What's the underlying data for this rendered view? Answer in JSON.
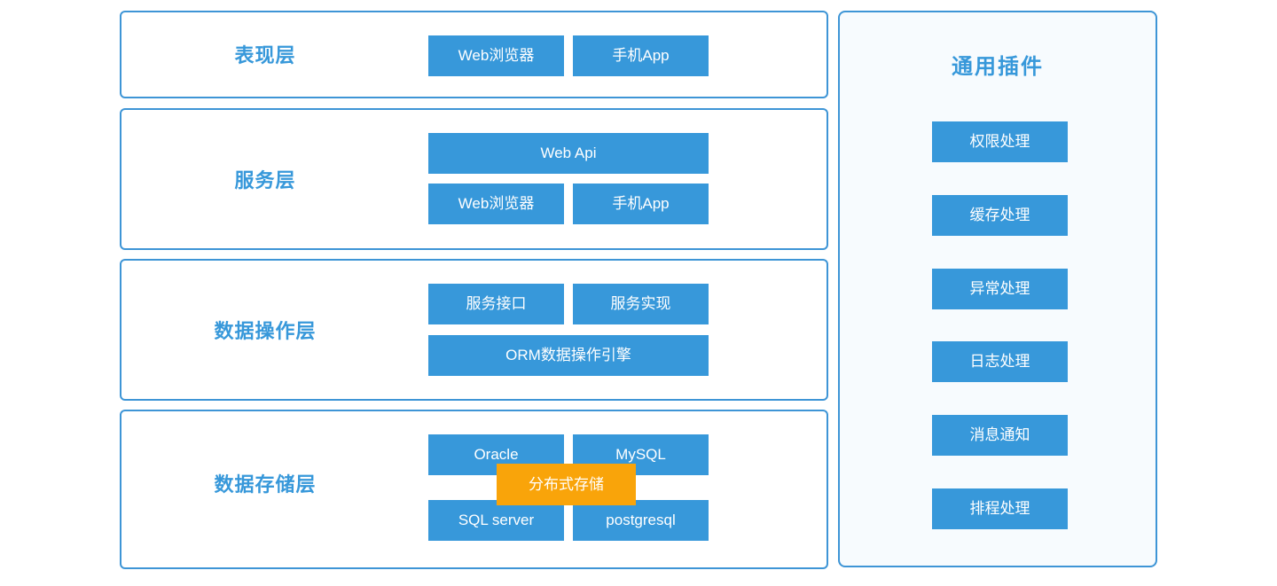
{
  "colors": {
    "primary_blue": "#3798da",
    "border_blue": "#3e95d6",
    "panel_bg": "#f7fbfe",
    "accent_orange": "#f9a40a",
    "button_text": "#ffffff"
  },
  "layers": [
    {
      "label": "表现层",
      "buttons": [
        "Web浏览器",
        "手机App"
      ]
    },
    {
      "label": "服务层",
      "buttons": [
        "Web Api",
        "Web浏览器",
        "手机App"
      ]
    },
    {
      "label": "数据操作层",
      "buttons": [
        "服务接口",
        "服务实现",
        "ORM数据操作引擎"
      ]
    },
    {
      "label": "数据存储层",
      "buttons": [
        "Oracle",
        "MySQL",
        "SQL server",
        "postgresql"
      ],
      "overlay_button": "分布式存储"
    }
  ],
  "plugins_panel": {
    "title": "通用插件",
    "items": [
      "权限处理",
      "缓存处理",
      "异常处理",
      "日志处理",
      "消息通知",
      "排程处理"
    ]
  }
}
